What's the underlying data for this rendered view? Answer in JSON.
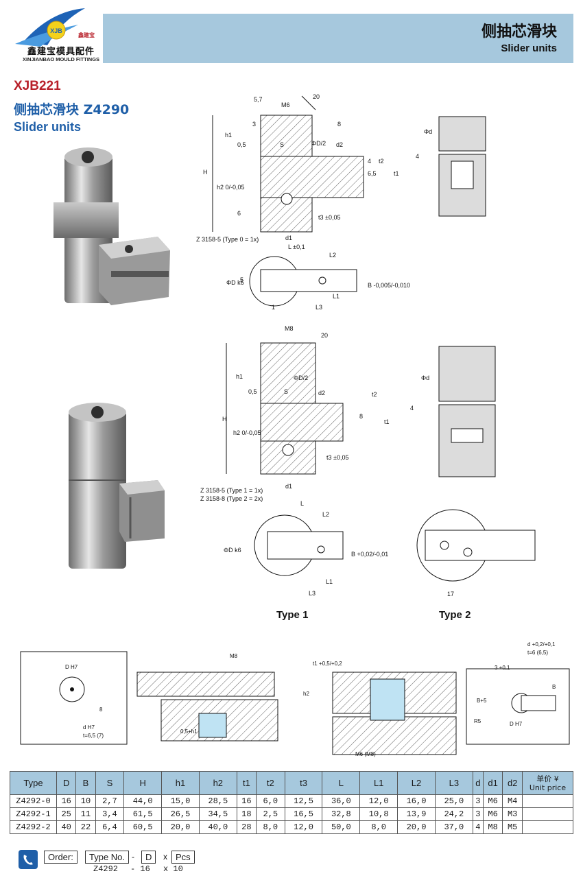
{
  "brand": {
    "logo_badge": "XJB",
    "logo_cn": "鑫建宝",
    "name_cn": "鑫建宝模具配件",
    "name_en": "XINJIANBAO MOULD FITTINGS"
  },
  "header": {
    "title_cn": "侧抽芯滑块",
    "title_en": "Slider units"
  },
  "product": {
    "code": "XJB221",
    "title_cn": "侧抽芯滑块  Z4290",
    "title_en": "Slider units"
  },
  "drawings": {
    "top": {
      "dims": [
        "5,7",
        "M6",
        "20",
        "3",
        "8",
        "h1",
        "0,5",
        "S",
        "ΦD/2",
        "d2",
        "H",
        "4",
        "t2",
        "6,5",
        "t1",
        "h2 0/-0,05",
        "t3 ±0,05",
        "6",
        "d1"
      ],
      "note": "Z 3158-5 (Type 0 = 1x)",
      "side_dims": [
        "Φd",
        "4"
      ],
      "plan_dims": [
        "L ±0,1",
        "L2",
        "ΦD k6",
        "5",
        "B -0,005/-0,010",
        "L1",
        "1",
        "L3"
      ]
    },
    "middle": {
      "dims": [
        "M8",
        "20",
        "h1",
        "ΦD/2",
        "0,5",
        "S",
        "d2",
        "t2",
        "H",
        "8",
        "t1",
        "h2 0/-0,05",
        "t3 ±0,05",
        "d1"
      ],
      "note1": "Z 3158-5 (Type 1 = 1x)",
      "note2": "Z 3158-8 (Type 2 = 2x)",
      "side_dims": [
        "Φd",
        "4"
      ],
      "plan_dims": [
        "L",
        "L2",
        "ΦD k6",
        "B +0,02/-0,01",
        "L1",
        "L3",
        "17"
      ]
    },
    "type1": "Type 1",
    "type2": "Type 2",
    "bottom": {
      "dims1": [
        "D H7",
        "8",
        "d H7",
        "t=6,5 (7)"
      ],
      "dims2": [
        "M8",
        "0,5+h1"
      ],
      "dims3": [
        "t1 +0,5/+0,2",
        "h2",
        "M6 (M8)"
      ],
      "dims4": [
        "d +0,2/+0,1",
        "t=6 (6,5)",
        "3 +0,1",
        "B",
        "B+5",
        "R5",
        "D H7"
      ]
    }
  },
  "table": {
    "headers": [
      "Type",
      "D",
      "B",
      "S",
      "H",
      "h1",
      "h2",
      "t1",
      "t2",
      "t3",
      "L",
      "L1",
      "L2",
      "L3",
      "d",
      "d1",
      "d2"
    ],
    "price_cn": "单价 ¥",
    "price_en": "Unit price",
    "rows": [
      [
        "Z4292-0",
        "16",
        "10",
        "2,7",
        "44,0",
        "15,0",
        "28,5",
        "16",
        "6,0",
        "12,5",
        "36,0",
        "12,0",
        "16,0",
        "25,0",
        "3",
        "M6",
        "M4",
        ""
      ],
      [
        "Z4292-1",
        "25",
        "11",
        "3,4",
        "61,5",
        "26,5",
        "34,5",
        "18",
        "2,5",
        "16,5",
        "32,8",
        "10,8",
        "13,9",
        "24,2",
        "3",
        "M6",
        "M3",
        ""
      ],
      [
        "Z4292-2",
        "40",
        "22",
        "6,4",
        "60,5",
        "20,0",
        "40,0",
        "28",
        "8,0",
        "12,0",
        "50,0",
        "8,0",
        "20,0",
        "37,0",
        "4",
        "M8",
        "M5",
        ""
      ]
    ]
  },
  "order": {
    "label": "Order:",
    "f1": "Type No.",
    "s1": "-",
    "f2": "D",
    "s2": "x",
    "f3": "Pcs",
    "v1": "Z4292",
    "v2": "-  16",
    "v3": "x   10"
  }
}
